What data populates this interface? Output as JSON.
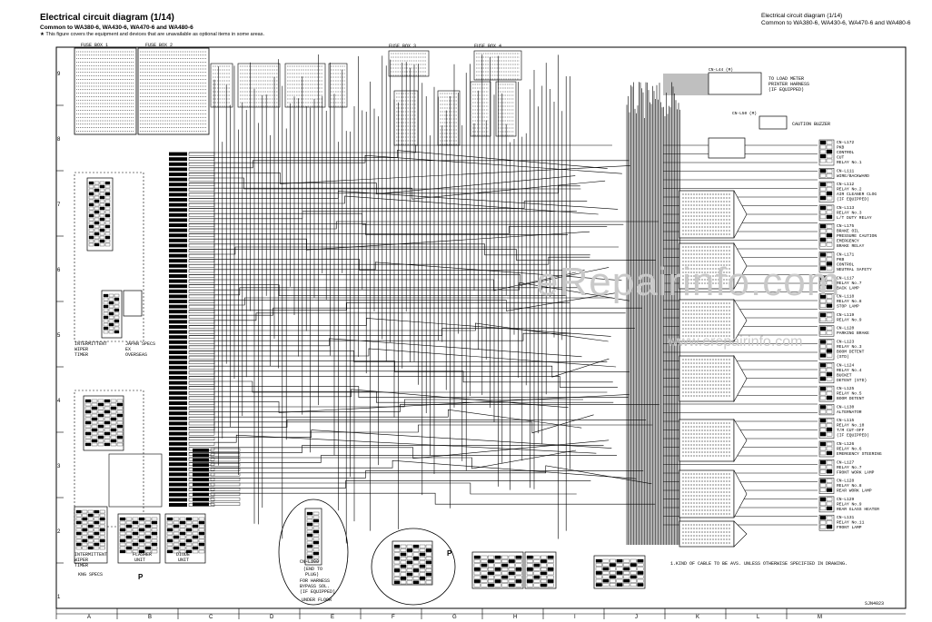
{
  "header": {
    "title": "Electrical circuit diagram (1/14)",
    "subtitle": "Common to WA380-6, WA430-6, WA470-6 and WA480-6",
    "note": "★  This figure covers the equipment and devices that are unavailable as optional items in some areas.",
    "right_title": "Electrical circuit diagram (1/14)",
    "right_subtitle": "Common to WA380-6, WA430-6, WA470-6 and WA480-6"
  },
  "col_labels": [
    "A",
    "B",
    "C",
    "D",
    "E",
    "F",
    "G",
    "H",
    "I",
    "J",
    "K",
    "L",
    "M"
  ],
  "row_labels": [
    "9",
    "8",
    "7",
    "6",
    "5",
    "4",
    "3",
    "2",
    "1"
  ],
  "fuse_boxes": [
    "FUSE BOX 1",
    "FUSE BOX 2",
    "FUSE BOX 3",
    "FUSE BOX 4"
  ],
  "top_right": {
    "cn_l44": "CN-L44 (M)",
    "load_meter": [
      "TO LOAD METER",
      "PRINTER HARNESS",
      "(IF EQUIPPED)"
    ],
    "cn_l50": "CN-L50 (M)",
    "caution_buzzer": "CAUTION BUZZER"
  },
  "relays": [
    {
      "cn": "CN-L172",
      "lines": [
        "PKB",
        "CONTROL",
        "CUT",
        "RELAY No.1"
      ]
    },
    {
      "cn": "CN-L111",
      "lines": [
        "WIRE/BACKWARD"
      ]
    },
    {
      "cn": "CN-L112",
      "lines": [
        "RELAY No.2",
        "AIR CLEANER CLOG",
        "(IF EQUIPPED)"
      ]
    },
    {
      "cn": "CN-L113",
      "lines": [
        "RELAY No.3",
        "L/T DUTY RELAY"
      ]
    },
    {
      "cn": "CN-L175",
      "lines": [
        "BRAKE OIL",
        "PRESSURE CAUTION",
        "EMERGENCY",
        "BRAKE RELAY"
      ]
    },
    {
      "cn": "CN-L171",
      "lines": [
        "PKB",
        "CONTROL",
        "NEUTRAL SAFETY"
      ]
    },
    {
      "cn": "CN-L117",
      "lines": [
        "RELAY No.7",
        "BACK LAMP"
      ]
    },
    {
      "cn": "CN-L118",
      "lines": [
        "RELAY No.8",
        "STOP LAMP"
      ]
    },
    {
      "cn": "CN-L119",
      "lines": [
        "RELAY No.9"
      ]
    },
    {
      "cn": "CN-L120",
      "lines": [
        "PARKING BRAKE"
      ]
    },
    {
      "cn": "CN-L123",
      "lines": [
        "RELAY No.3",
        "BOOM DETENT",
        "(STD)"
      ]
    },
    {
      "cn": "CN-L124",
      "lines": [
        "RELAY No.4",
        "BUCKET",
        "DETENT (STD)"
      ]
    },
    {
      "cn": "CN-L125",
      "lines": [
        "RELAY No.5",
        "BOOM DETENT"
      ]
    },
    {
      "cn": "CN-L130",
      "lines": [
        "ALTERNATOR"
      ]
    },
    {
      "cn": "CN-L115",
      "lines": [
        "RELAY No.10",
        "T/M CUT-OFF",
        "(IF EQUIPPED)"
      ]
    },
    {
      "cn": "CN-L126",
      "lines": [
        "RELAY No.6",
        "EMERGENCY STEERING"
      ]
    },
    {
      "cn": "CN-L127",
      "lines": [
        "RELAY No.7",
        "FRONT WORK LAMP"
      ]
    },
    {
      "cn": "CN-L128",
      "lines": [
        "RELAY No.8",
        "REAR WORK LAMP"
      ]
    },
    {
      "cn": "CN-L129",
      "lines": [
        "RELAY No.9",
        "REAR GLASS HEATER"
      ]
    },
    {
      "cn": "CN-L131",
      "lines": [
        "RELAY No.11",
        "FRONT LAMP"
      ]
    }
  ],
  "left_labels": {
    "japan": [
      "JAPAN SPECS",
      "EX",
      "OVERSEAS"
    ],
    "intermittent_top": [
      "INTERMITTENT",
      "WIPER",
      "TIMER"
    ],
    "intermittent_bottom": [
      "INTERMITTENT",
      "WIPER",
      "TIMER"
    ],
    "flasher": [
      "FLASHER",
      "UNIT"
    ],
    "diode": [
      "DIODE",
      "UNIT"
    ],
    "kng": "KNG SPECS",
    "p1": "P",
    "p2": "P"
  },
  "under_floor": {
    "cn": "CN-L100",
    "lines": [
      "(END TO",
      "PLUG)",
      "FOR HARNESS",
      "BYPASS SOL.",
      "(IF EQUIPPED)"
    ],
    "label": "UNDER FLOOR"
  },
  "footnote": "1.KIND OF CABLE TO BE AVS. UNLESS OTHERWISE SPECIFIED IN DRAWING.",
  "drawing_no": "SJN4023",
  "watermark": "eRepairinfo.com",
  "watermark2": "www.erepairinfo.com"
}
